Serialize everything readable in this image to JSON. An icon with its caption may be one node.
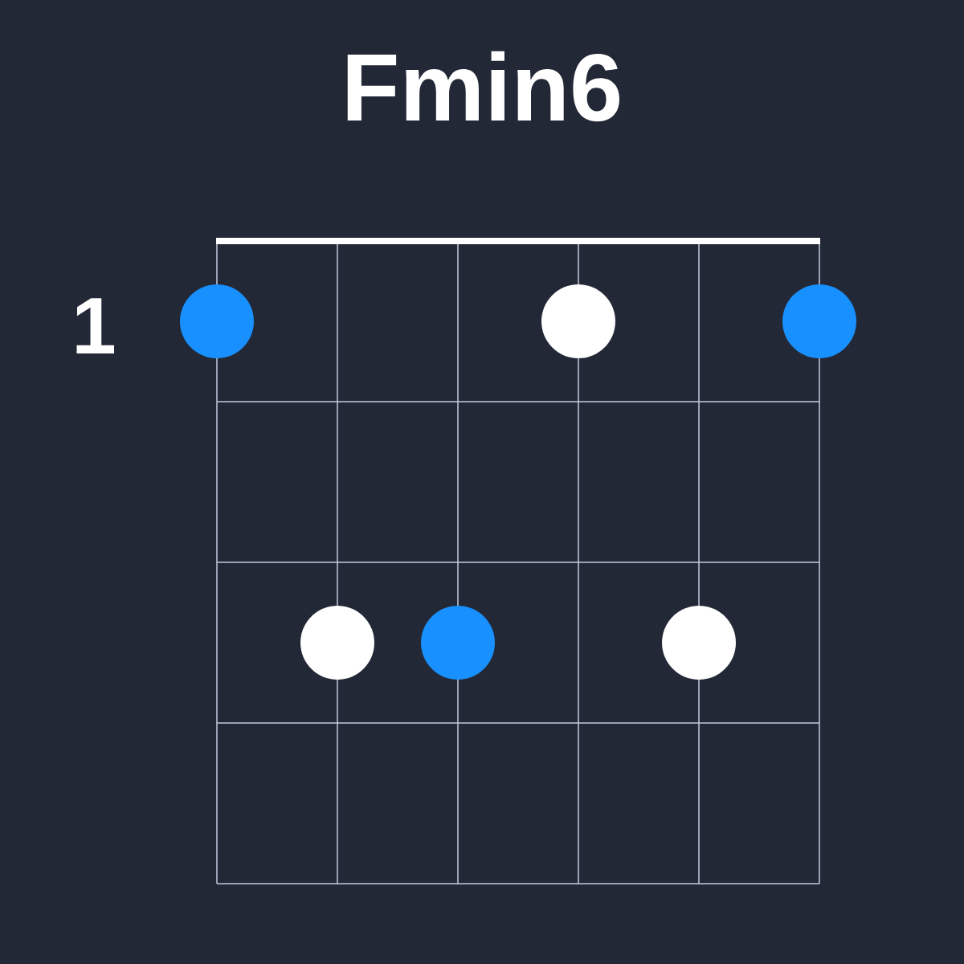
{
  "diagram": {
    "title": "Fmin6",
    "nodes": [
      {
        "text": [],
        "shape": "circle"
      },
      {
        "text": [],
        "shape": "circle"
      },
      {
        "text": [],
        "shape": "circle"
      },
      {
        "text": [],
        "shape": "circle"
      },
      {
        "text": [],
        "shape": "circle"
      },
      {
        "text": [],
        "shape": "circle"
      }
    ],
    "labels": [
      "1"
    ]
  }
}
